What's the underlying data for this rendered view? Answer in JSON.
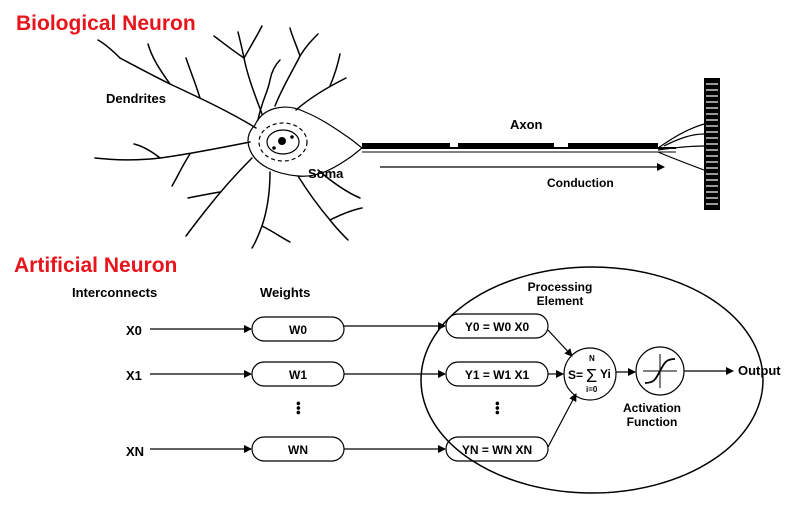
{
  "biological": {
    "title": "Biological Neuron",
    "labels": {
      "dendrites": "Dendrites",
      "soma": "Soma",
      "axon": "Axon",
      "conduction": "Conduction"
    }
  },
  "artificial": {
    "title": "Artificial Neuron",
    "headers": {
      "interconnects": "Interconnects",
      "weights": "Weights",
      "processing_line1": "Processing",
      "processing_line2": "Element"
    },
    "inputs": [
      "X0",
      "X1",
      "XN"
    ],
    "weights": [
      "W0",
      "W1",
      "WN"
    ],
    "products": [
      "Y0 = W0 X0",
      "Y1 = W1 X1",
      "YN = WN XN"
    ],
    "sum": {
      "lhs": "S=",
      "sigma": "Σ",
      "term": "Yi",
      "upper": "N",
      "lower": "i=0"
    },
    "activation_line1": "Activation",
    "activation_line2": "Function",
    "output": "Output",
    "ellipsis": "•••"
  },
  "colors": {
    "title": "#e8141b",
    "stroke": "#000000",
    "background": "#ffffff"
  }
}
